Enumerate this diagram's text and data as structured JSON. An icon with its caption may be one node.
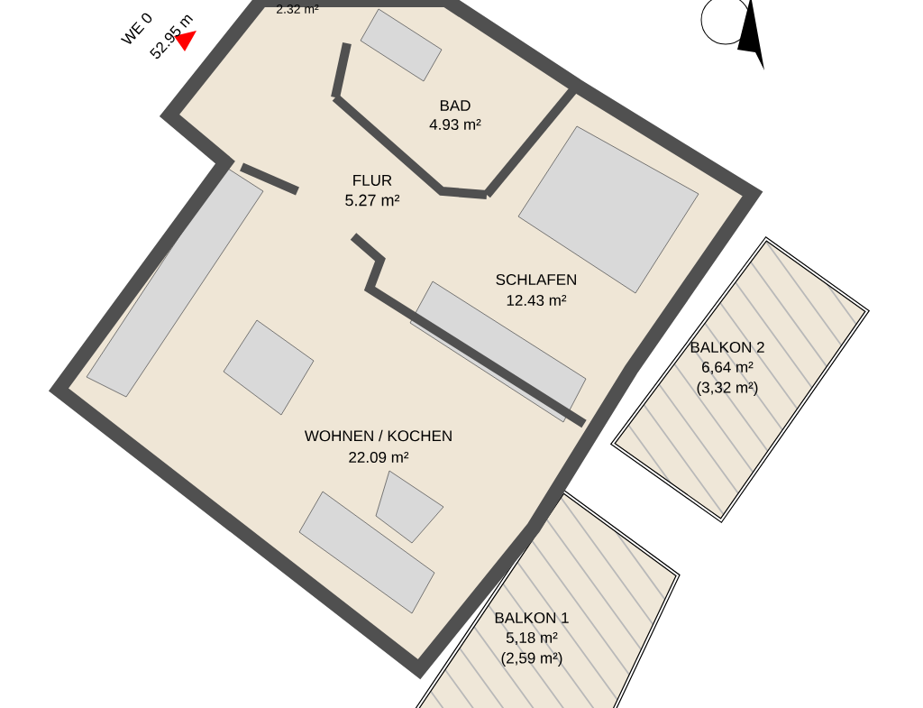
{
  "diagram": {
    "labels": [
      "WE 0",
      "52.95 m",
      "2.32 m²",
      "BAD",
      "4.93 m²",
      "FLUR",
      "5.27 m²",
      "SCHLAFEN",
      "12.43 m²",
      "BALKON 2",
      "6,64 m²",
      "(3,32 m²)",
      "WOHNEN / KOCHEN",
      "22.09 m²",
      "BALKON 1",
      "5,18 m²",
      "(2,59 m²)"
    ]
  }
}
